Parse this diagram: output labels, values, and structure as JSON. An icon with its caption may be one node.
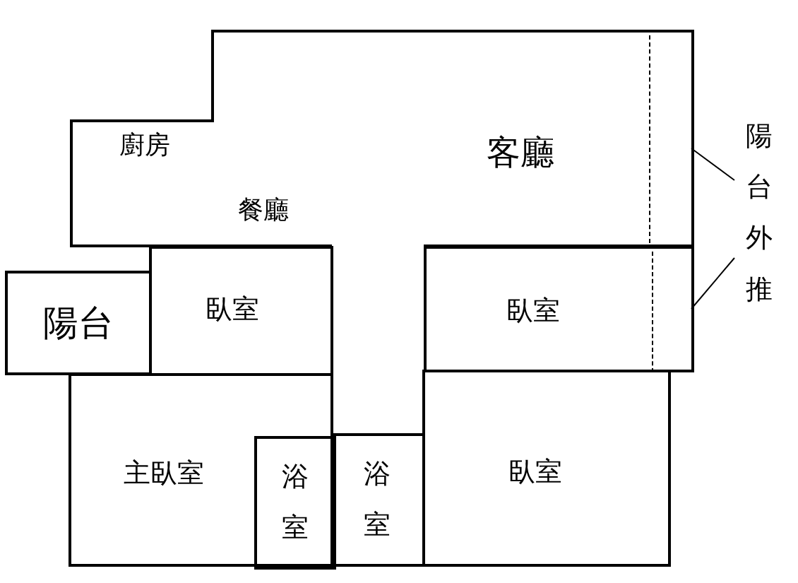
{
  "diagram": {
    "nodes": [
      {
        "text": [
          "廚房",
          "餐廳",
          "客廳"
        ]
      },
      {
        "text": [
          "陽台"
        ]
      },
      {
        "text": [
          "臥室"
        ]
      },
      {
        "text": [
          "臥室"
        ]
      },
      {
        "text": [
          "主臥室"
        ]
      },
      {
        "text": [
          "浴室"
        ],
        "in": 4
      },
      {
        "text": [
          "浴室"
        ]
      },
      {
        "text": [
          "臥室"
        ]
      },
      {
        "text": [
          "陽台外推"
        ]
      },
      {
        "text": [],
        "shape": "box",
        "in": 0
      },
      {
        "text": [],
        "shape": "box",
        "in": 3
      }
    ],
    "edges": [
      {
        "from": 8,
        "to": 9,
        "arrow": "none"
      },
      {
        "from": 8,
        "to": 10,
        "arrow": "none"
      }
    ]
  }
}
